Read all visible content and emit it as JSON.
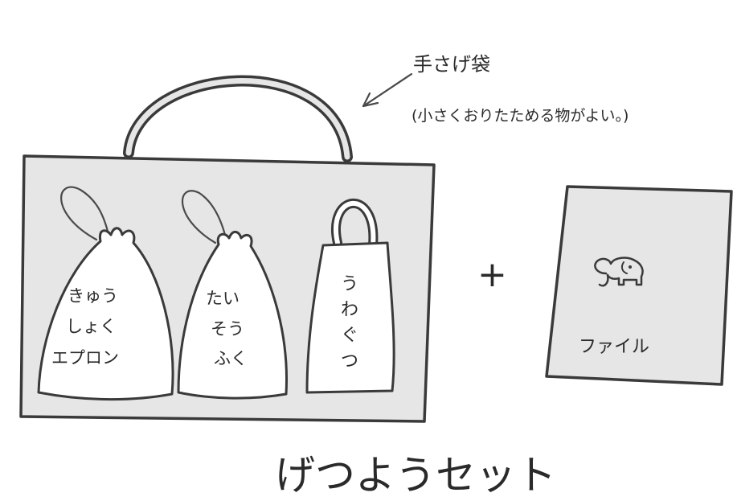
{
  "annotation": {
    "title": "手さげ袋",
    "note": "(小さくおりたためる物がよい。)"
  },
  "bag_contents": {
    "item1": [
      "きゅう",
      "しょく",
      "エプロン"
    ],
    "item2": [
      "たい",
      "そう",
      "ふく"
    ],
    "item3": [
      "う",
      "わ",
      "ぐ",
      "つ"
    ]
  },
  "plus_sign": "+",
  "file_label": "ファイル",
  "caption": "げつようセット",
  "icons": {
    "file_icon": "elephant-icon",
    "arrow": "arrow-icon"
  },
  "colors": {
    "background": "#ffffff",
    "shape_fill": "#e6e6e6",
    "inner_fill": "#ffffff",
    "ink": "#333333"
  }
}
